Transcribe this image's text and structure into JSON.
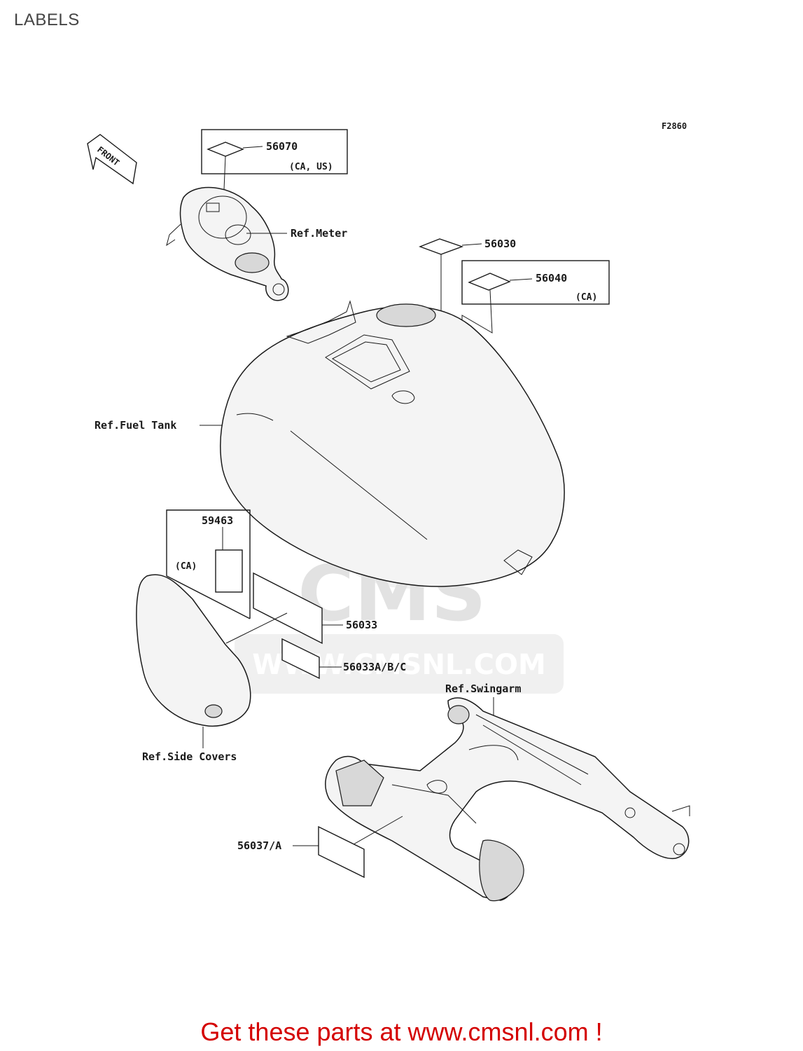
{
  "page": {
    "title": "LABELS",
    "figure_code": "F2860",
    "footer_text": "Get these parts at www.cmsnl.com !",
    "footer_color": "#d40000",
    "watermark_main": "CMS",
    "watermark_url": "WWW.CMSNL.COM"
  },
  "direction": {
    "front_label": "FRONT"
  },
  "callouts": {
    "p56070": "56070",
    "p56070_note": "(CA, US)",
    "ref_meter": "Ref.Meter",
    "p56030": "56030",
    "p56040": "56040",
    "p56040_note": "(CA)",
    "ref_fuel_tank": "Ref.Fuel Tank",
    "p59463": "59463",
    "p59463_note": "(CA)",
    "p56033": "56033",
    "p56033abc": "56033A/B/C",
    "ref_swingarm": "Ref.Swingarm",
    "ref_side_covers": "Ref.Side Covers",
    "p56037a": "56037/A"
  }
}
